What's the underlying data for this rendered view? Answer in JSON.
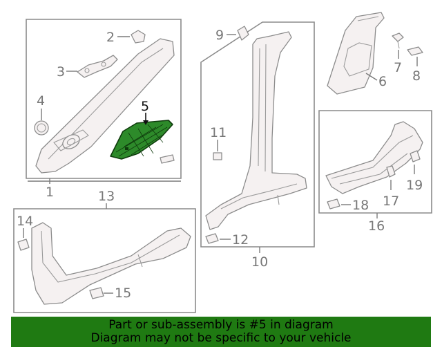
{
  "diagram": {
    "callouts": {
      "c1": "1",
      "c2": "2",
      "c3": "3",
      "c4": "4",
      "c5": "5",
      "c6": "6",
      "c7": "7",
      "c8": "8",
      "c9": "9",
      "c10": "10",
      "c11": "11",
      "c12": "12",
      "c13": "13",
      "c14": "14",
      "c15": "15",
      "c16": "16",
      "c17": "17",
      "c18": "18",
      "c19": "19"
    },
    "highlighted_part": "5",
    "colors": {
      "highlight_fill": "#2d8a2a",
      "banner": "#1f7a12",
      "line": "#8c8c8c"
    }
  },
  "banner": {
    "line1": "Part or sub-assembly is #5 in diagram",
    "line2": "Diagram may not be specific to your vehicle"
  }
}
